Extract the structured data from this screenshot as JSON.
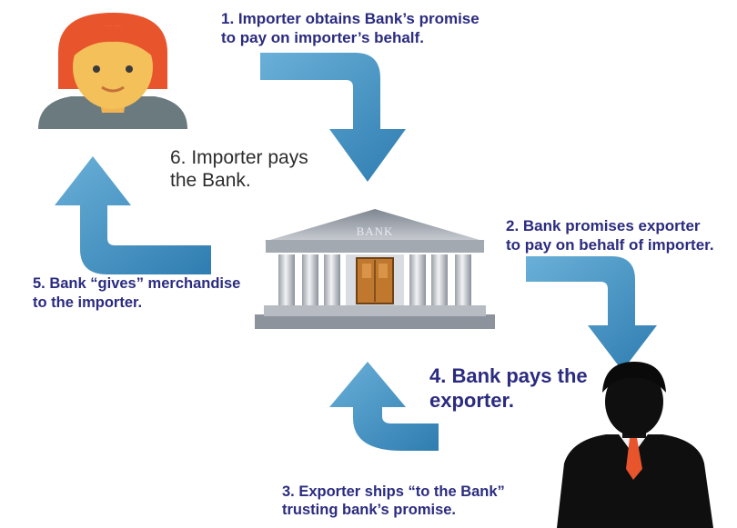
{
  "steps": {
    "step1": "1. Importer obtains Bank’s promise\nto pay on importer’s behalf.",
    "step2": "2. Bank promises exporter\nto pay on behalf of importer.",
    "step3": "3. Exporter ships “to the Bank”\ntrusting bank’s promise.",
    "step4": "4. Bank pays the\nexporter.",
    "step5": "5. Bank “gives” merchandise\nto the importer.",
    "step6": "6. Importer pays\nthe Bank."
  },
  "bank": {
    "sign": "BANK"
  },
  "icons": {
    "importer": "woman-avatar-icon",
    "exporter": "businessman-silhouette-icon",
    "bank": "bank-building-icon",
    "arrows": "curved-arrow-icon"
  },
  "colors": {
    "arrow": "#4a95c3",
    "arrow_dark": "#2b73a5",
    "label_text": "#2b2b80",
    "hair": "#e8542c",
    "skin": "#f3c05a",
    "shirt": "#6b7a7e",
    "tie": "#e8542c",
    "door": "#c0782e"
  }
}
